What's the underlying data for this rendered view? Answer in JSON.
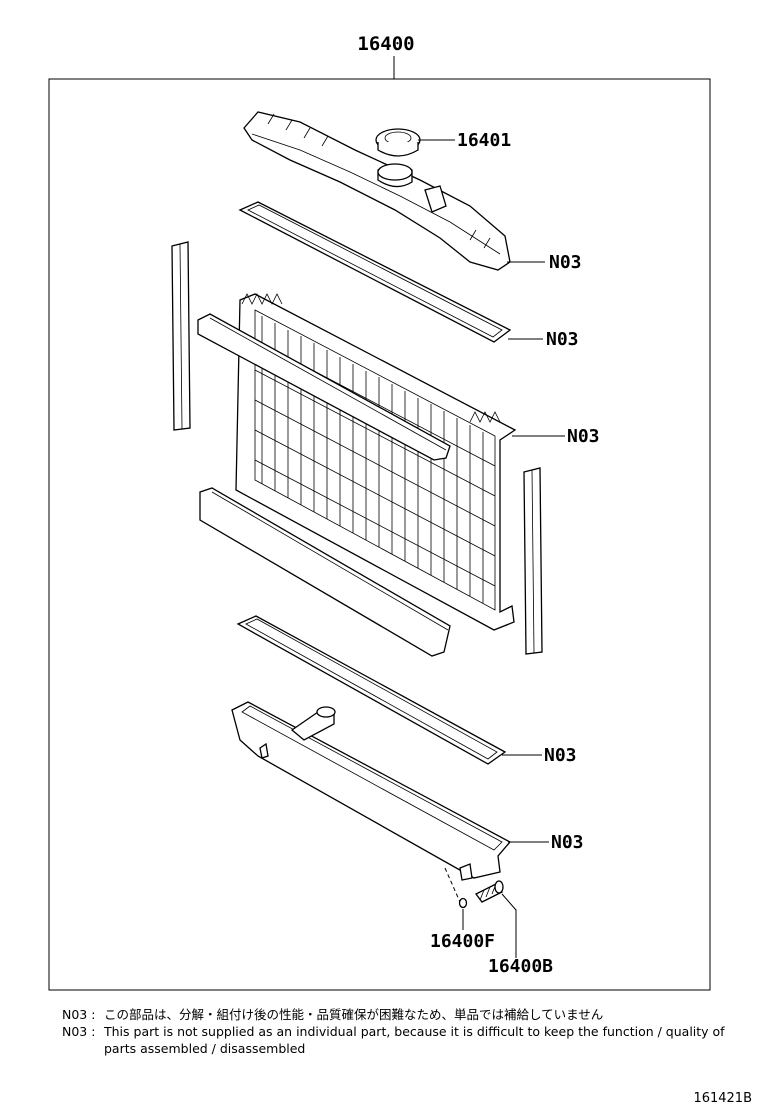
{
  "diagram": {
    "assembly_number": "16400",
    "callouts": [
      {
        "id": "cap",
        "text": "16401"
      },
      {
        "id": "upper-tank",
        "text": "N03"
      },
      {
        "id": "upper-gasket",
        "text": "N03"
      },
      {
        "id": "core",
        "text": "N03"
      },
      {
        "id": "lower-gasket",
        "text": "N03"
      },
      {
        "id": "lower-tank",
        "text": "N03"
      },
      {
        "id": "drain-gasket",
        "text": "16400F"
      },
      {
        "id": "drain-cock",
        "text": "16400B"
      }
    ]
  },
  "notes": [
    {
      "key": "N03 :",
      "text": "この部品は、分解・組付け後の性能・品質確保が困難なため、単品では補給していません"
    },
    {
      "key": "N03 :",
      "text": "This part is not supplied as an individual part, because it is difficult to keep the function / quality of parts assembled / disassembled"
    }
  ],
  "figure_number": "161421B"
}
